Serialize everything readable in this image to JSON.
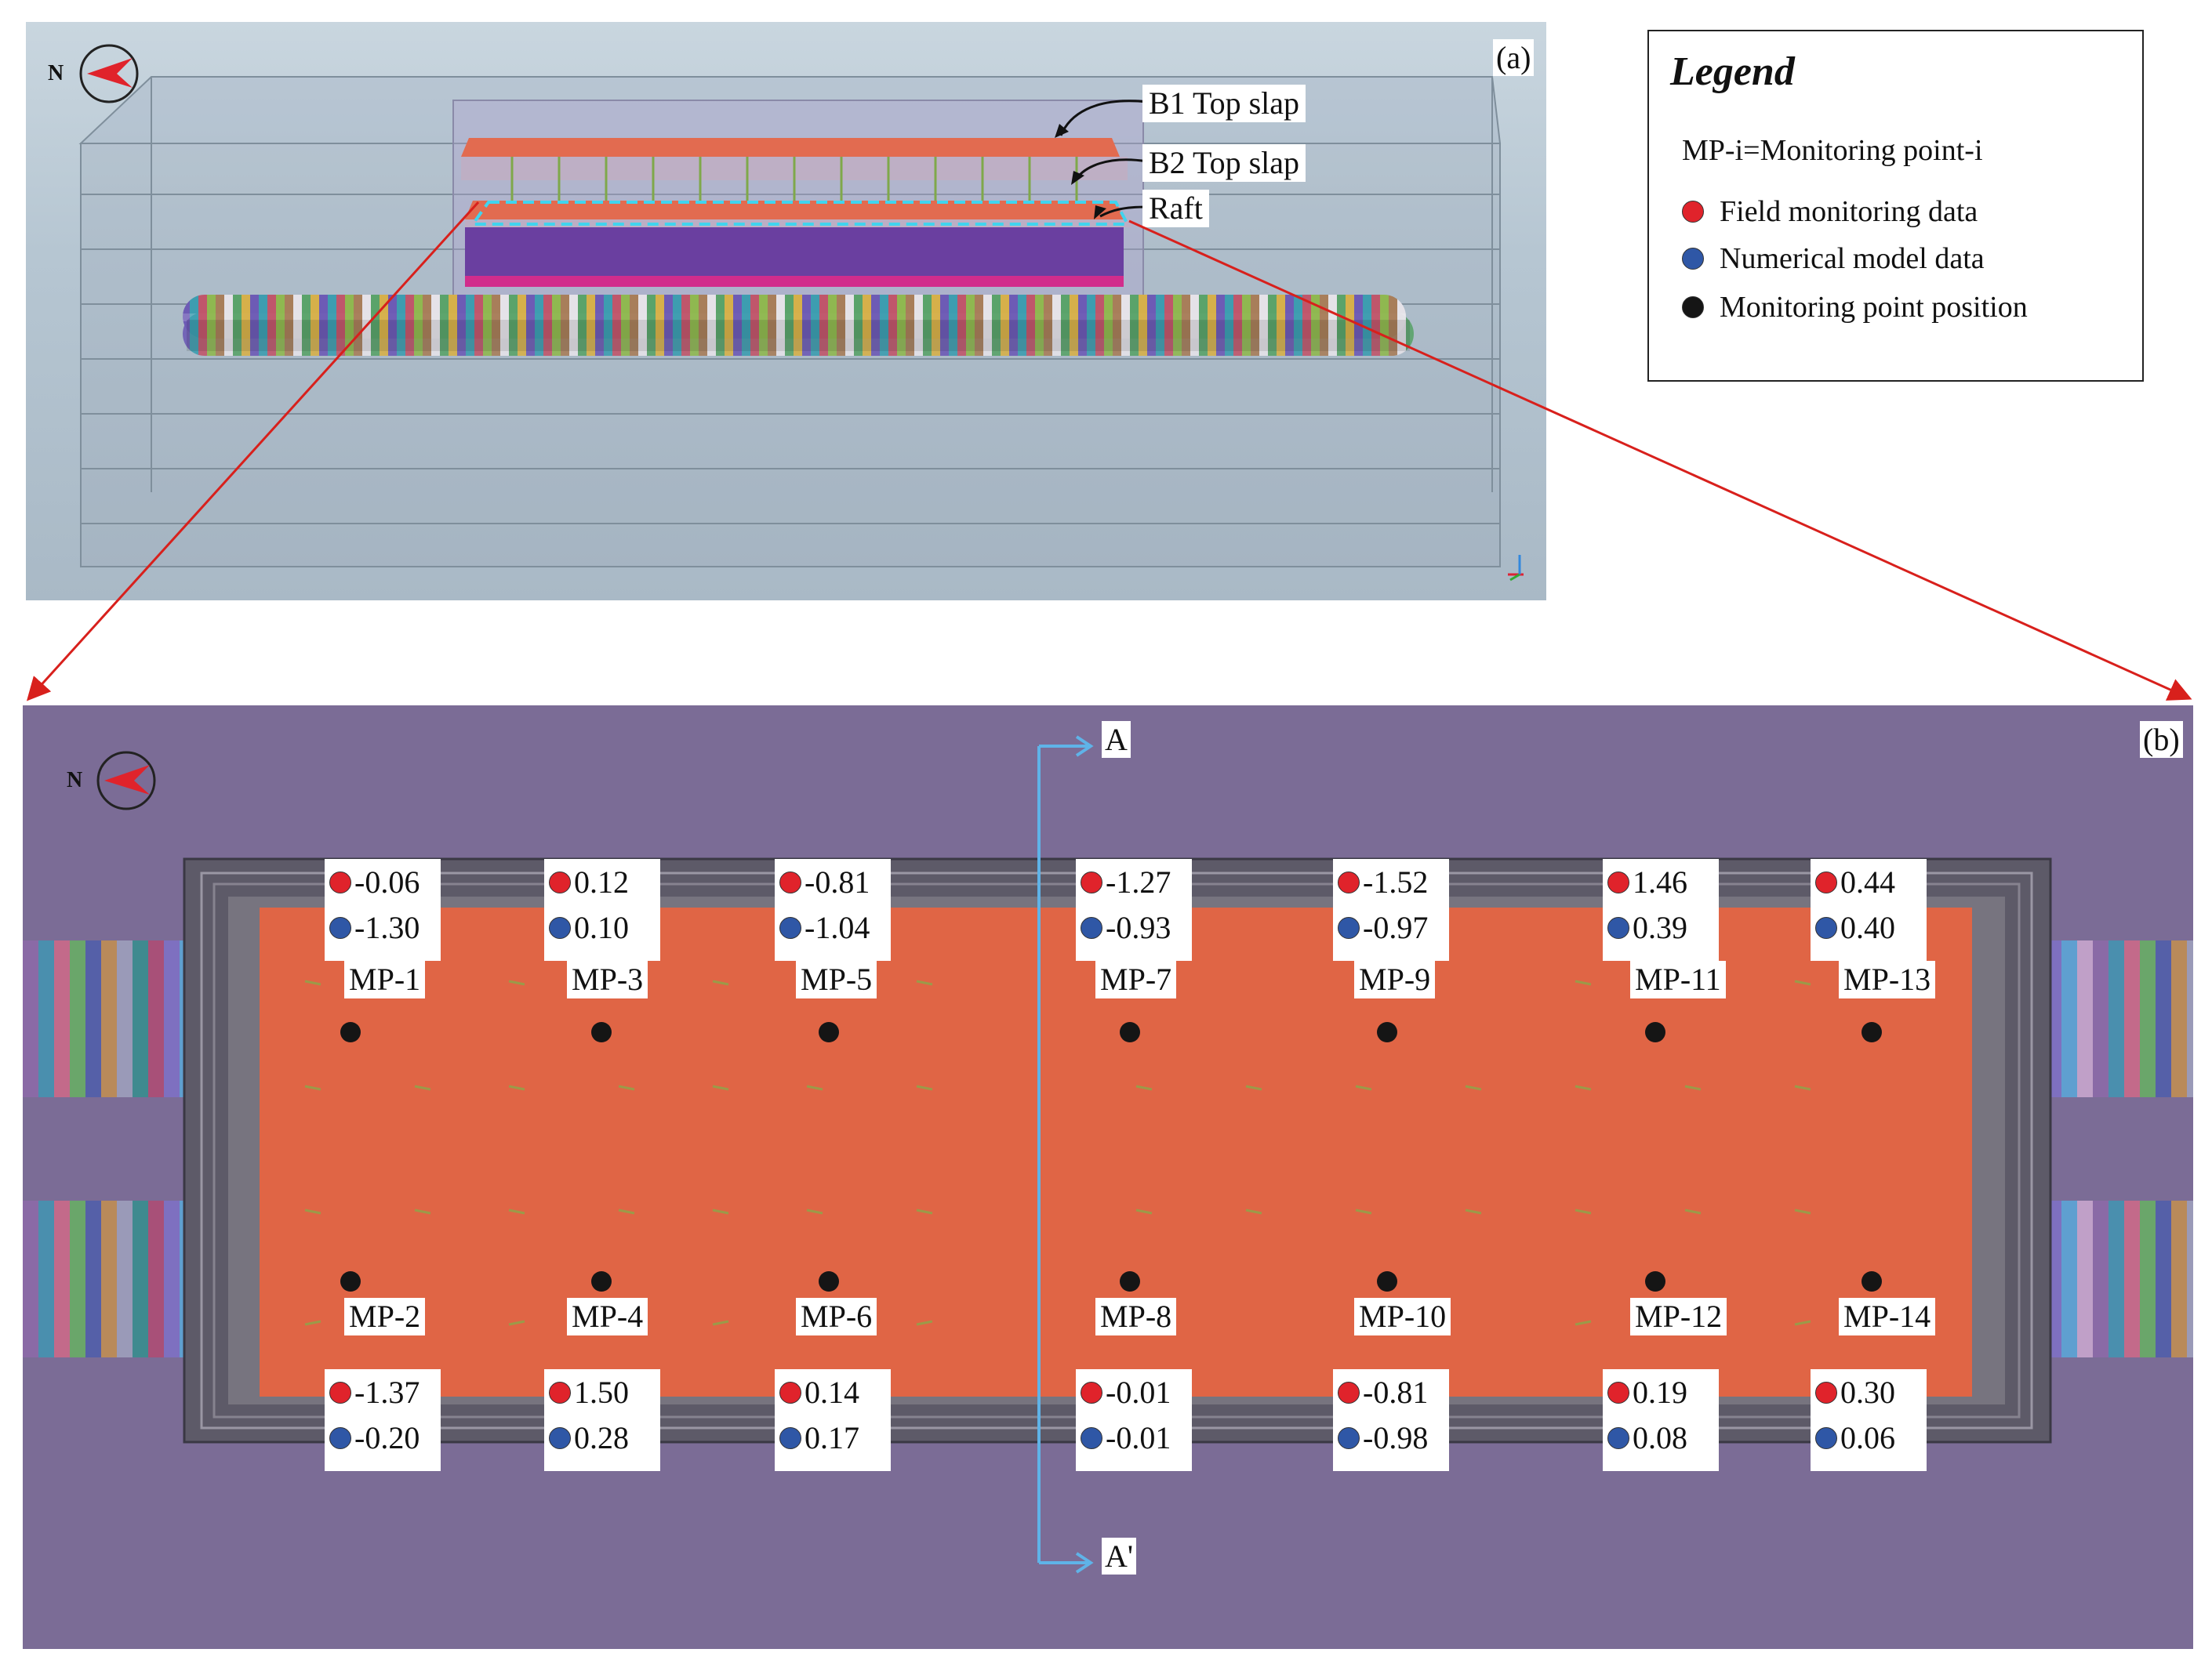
{
  "panel_a": {
    "tag": "(a)",
    "compass_label": "N",
    "callouts": [
      "B1 Top slap",
      "B2 Top slap",
      "Raft"
    ]
  },
  "panel_b": {
    "tag": "(b)",
    "compass_label": "N",
    "section_top": "A",
    "section_bottom": "A'"
  },
  "legend": {
    "title": "Legend",
    "definition": "MP-i=Monitoring point-i",
    "items": [
      {
        "label": "Field monitoring data",
        "color": "#e0232b"
      },
      {
        "label": "Numerical model data",
        "color": "#2f57a6"
      },
      {
        "label": "Monitoring point position",
        "color": "#151515"
      }
    ]
  },
  "monitoring_points": [
    {
      "id": "MP-1",
      "field": "-0.06",
      "model": "-1.30"
    },
    {
      "id": "MP-2",
      "field": "-1.37",
      "model": "-0.20"
    },
    {
      "id": "MP-3",
      "field": "0.12",
      "model": "0.10"
    },
    {
      "id": "MP-4",
      "field": "1.50",
      "model": "0.28"
    },
    {
      "id": "MP-5",
      "field": "-0.81",
      "model": "-1.04"
    },
    {
      "id": "MP-6",
      "field": "0.14",
      "model": "0.17"
    },
    {
      "id": "MP-7",
      "field": "-1.27",
      "model": "-0.93"
    },
    {
      "id": "MP-8",
      "field": "-0.01",
      "model": "-0.01"
    },
    {
      "id": "MP-9",
      "field": "-1.52",
      "model": "-0.97"
    },
    {
      "id": "MP-10",
      "field": "-0.81",
      "model": "-0.98"
    },
    {
      "id": "MP-11",
      "field": "1.46",
      "model": "0.39"
    },
    {
      "id": "MP-12",
      "field": "0.19",
      "model": "0.08"
    },
    {
      "id": "MP-13",
      "field": "0.44",
      "model": "0.40"
    },
    {
      "id": "MP-14",
      "field": "0.30",
      "model": "0.06"
    }
  ],
  "colors": {
    "field": "#e0232b",
    "model": "#2f57a6",
    "raft": "#e06545",
    "ground_b": "#7b6c96",
    "section_line": "#5fb3e8",
    "link_arrows": "#d8201c"
  }
}
